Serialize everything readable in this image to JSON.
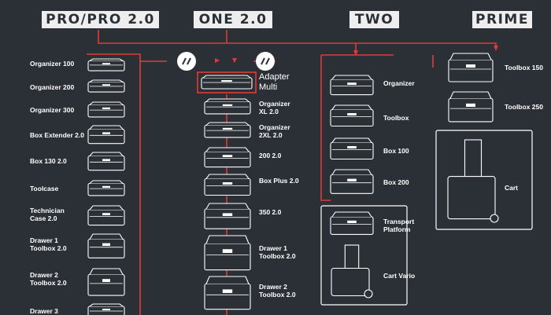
{
  "columns": {
    "pro": "PRO/PRO 2.0",
    "one": "ONE 2.0",
    "two": "TWO",
    "prime": "PRIME"
  },
  "pro_items": [
    "Organizer 100",
    "Organizer 200",
    "Organizer 300",
    "Box Extender 2.0",
    "Box 130 2.0",
    "Toolcase",
    "Technician\nCase 2.0",
    "Drawer 1\nToolbox 2.0",
    "Drawer 2\nToolbox 2.0",
    "Drawer 3"
  ],
  "one_items": [
    "Adapter\nMulti",
    "Organizer\nXL 2.0",
    "Organizer\n2XL 2.0",
    "200 2.0",
    "Box Plus 2.0",
    "350 2.0",
    "Drawer 1\nToolbox 2.0",
    "Drawer 2\nToolbox 2.0"
  ],
  "two_items": [
    "Organizer",
    "Toolbox",
    "Box 100",
    "Box 200",
    "Transport\nPlatform",
    "Cart Vario"
  ],
  "prime_items": [
    "Toolbox 150",
    "Toolbox 250",
    "Cart"
  ],
  "colors": {
    "bg": "#2b3036",
    "accent": "#e03a3a",
    "line": "#ffffff"
  },
  "icons": {
    "adapter": "chain-link-icon"
  }
}
